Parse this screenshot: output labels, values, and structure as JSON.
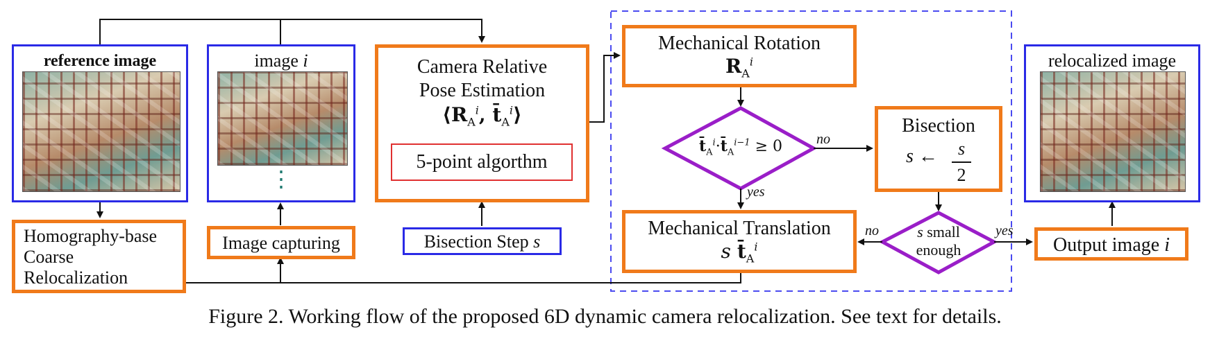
{
  "reference": {
    "title": "reference image"
  },
  "image_i": {
    "title_prefix": "image ",
    "title_var": "i",
    "dots": "⋮"
  },
  "pose": {
    "line1": "Camera Relative",
    "line2": "Pose Estimation",
    "formula": "⟨Rᴬⁱ, t̄ᴬⁱ⟩",
    "algorithm": "5-point algorthm"
  },
  "rotation": {
    "title": "Mechanical Rotation",
    "formula": "RAⁱ"
  },
  "condition": {
    "formula": "t̄Aⁱ·t̄Aⁱ⁻¹ ≥ 0",
    "no": "no",
    "yes": "yes"
  },
  "bisection": {
    "title": "Bisection",
    "lhs": "s ←",
    "num": "s",
    "den": "2"
  },
  "translation": {
    "title": "Mechanical Translation",
    "formula": "s t̄Aⁱ"
  },
  "small": {
    "line1": "s small",
    "line2": "enough",
    "no": "no",
    "yes": "yes"
  },
  "relocalized": {
    "title": "relocalized image"
  },
  "output": {
    "label_prefix": "Output image ",
    "label_var": "i"
  },
  "homography": {
    "line1": "Homography-base",
    "line2": "Coarse",
    "line3": "Relocalization"
  },
  "capturing": {
    "label": "Image capturing"
  },
  "step": {
    "label_prefix": "Bisection Step ",
    "label_var": "s"
  },
  "caption": "Figure 2. Working flow of the proposed 6D dynamic camera relocalization. See text for details.",
  "colors": {
    "blue": "#2a2ae6",
    "orange": "#f07a1a",
    "red": "#e03030",
    "purple": "#9a1ec8",
    "dashed": "#4a4af0"
  }
}
